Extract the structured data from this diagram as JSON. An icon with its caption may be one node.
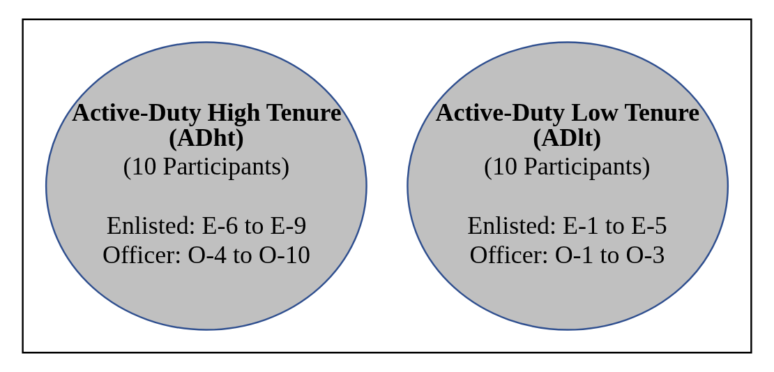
{
  "diagram": {
    "nodes": [
      {
        "text": [],
        "shape": "box"
      },
      {
        "text": [
          "Active-Duty High Tenure (ADht)",
          "(10 Participants)",
          "Enlisted: E-6 to E-9",
          "Officer: O-4 to O-10"
        ],
        "in": 0
      },
      {
        "text": [
          "Active-Duty Low Tenure (ADlt)",
          "(10 Participants)",
          "Enlisted: E-1 to E-5",
          "Officer: O-1 to O-3"
        ],
        "in": 0
      }
    ],
    "edges": []
  }
}
